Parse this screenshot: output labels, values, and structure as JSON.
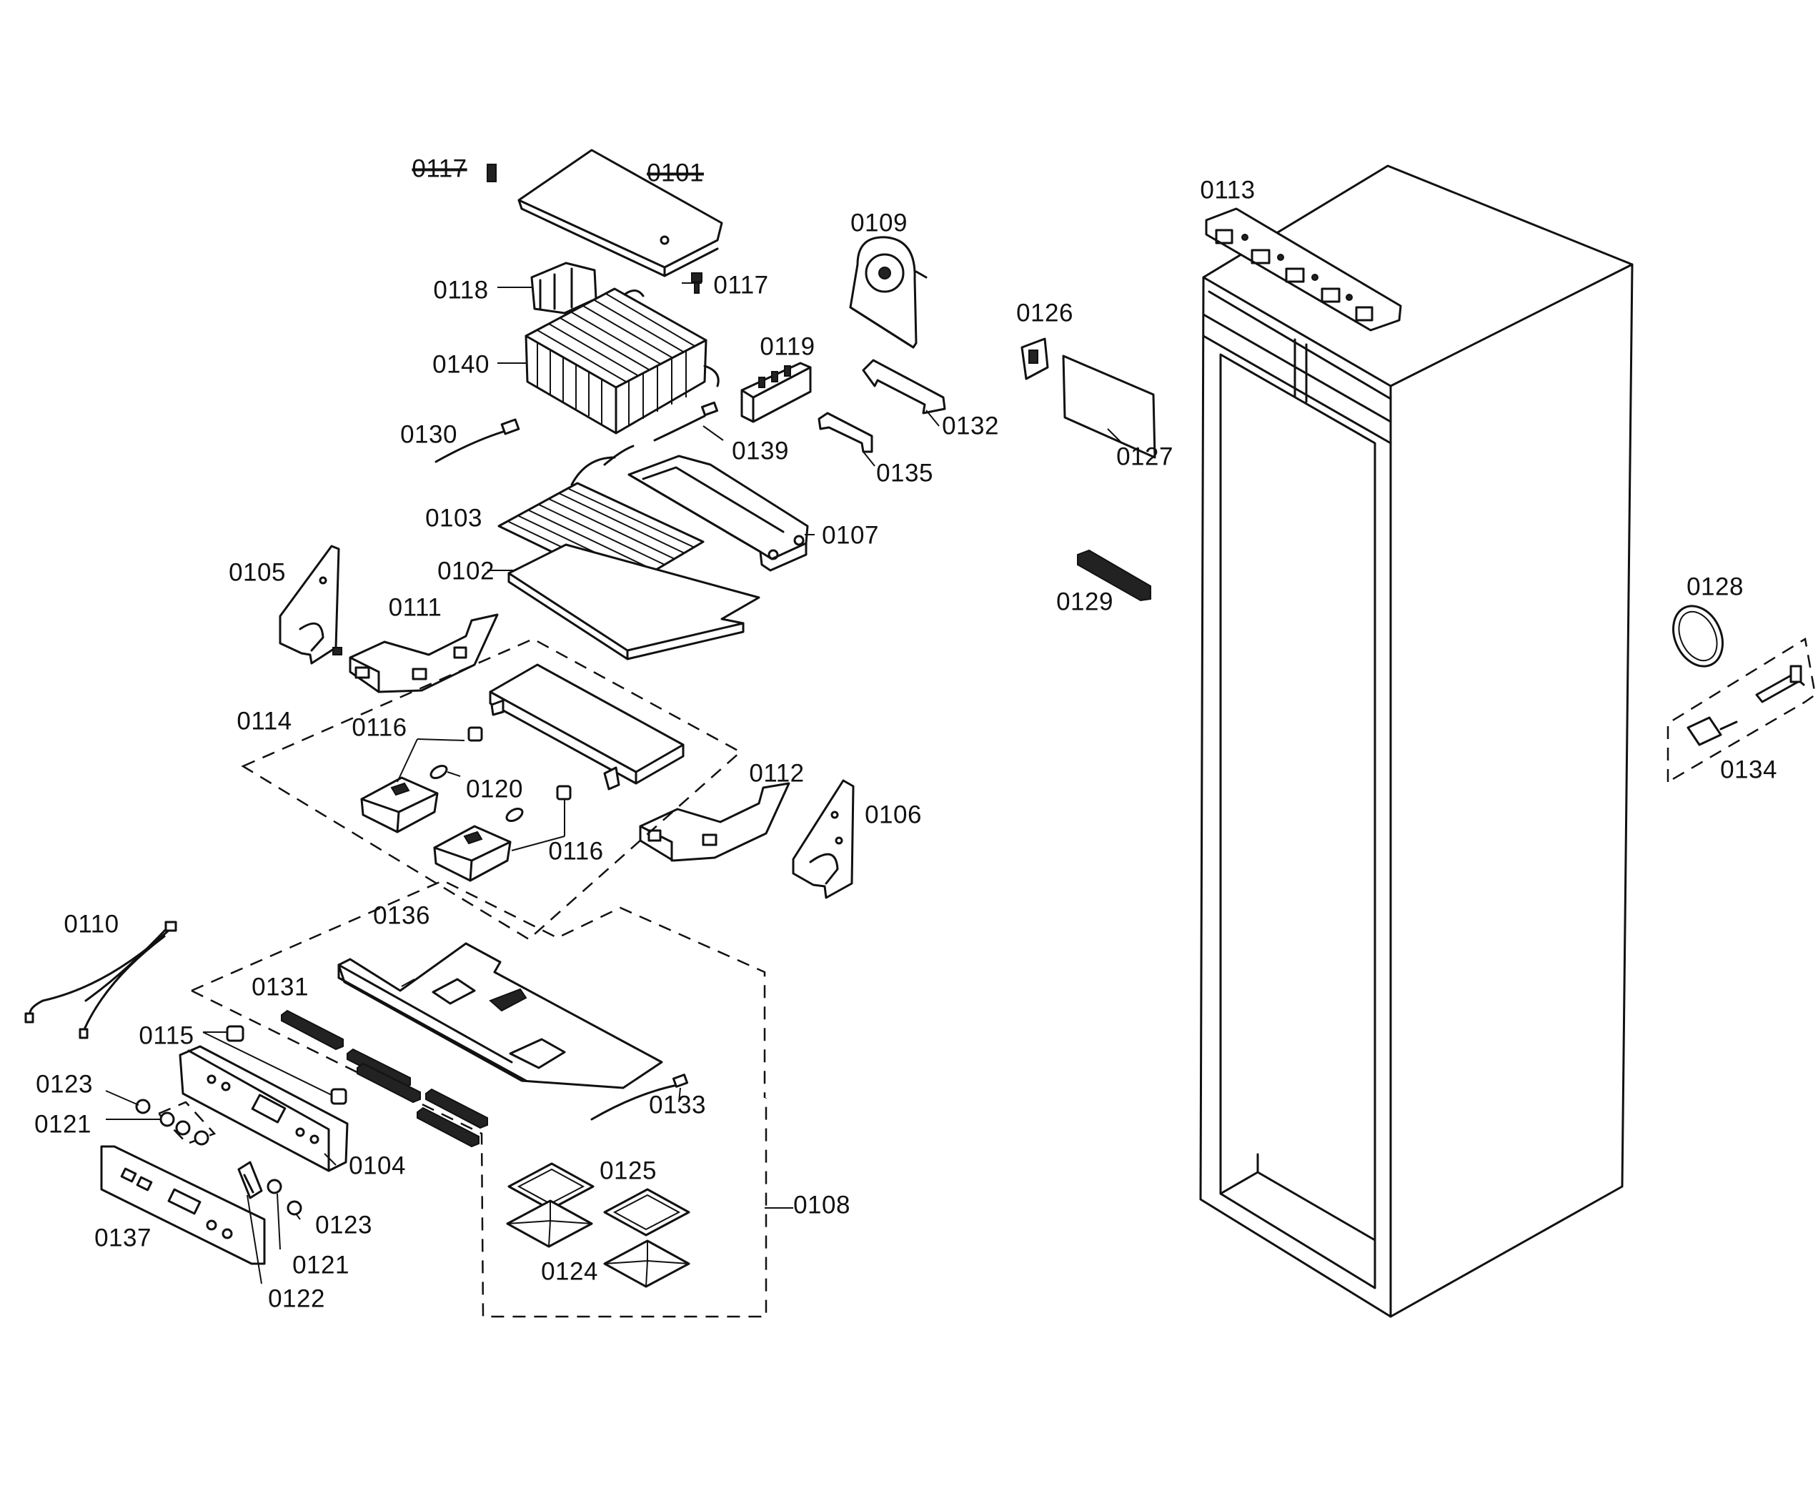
{
  "diagram": {
    "callouts": [
      {
        "id": "0117a",
        "text": "0117",
        "struck": true
      },
      {
        "id": "0101",
        "text": "0101",
        "struck": true
      },
      {
        "id": "0113",
        "text": "0113"
      },
      {
        "id": "0109",
        "text": "0109"
      },
      {
        "id": "0118",
        "text": "0118"
      },
      {
        "id": "0117b",
        "text": "0117"
      },
      {
        "id": "0126",
        "text": "0126"
      },
      {
        "id": "0140",
        "text": "0140"
      },
      {
        "id": "0119",
        "text": "0119"
      },
      {
        "id": "0132",
        "text": "0132"
      },
      {
        "id": "0130",
        "text": "0130"
      },
      {
        "id": "0139",
        "text": "0139"
      },
      {
        "id": "0127",
        "text": "0127"
      },
      {
        "id": "0135",
        "text": "0135"
      },
      {
        "id": "0103",
        "text": "0103"
      },
      {
        "id": "0107",
        "text": "0107"
      },
      {
        "id": "0105",
        "text": "0105"
      },
      {
        "id": "0102",
        "text": "0102"
      },
      {
        "id": "0128",
        "text": "0128"
      },
      {
        "id": "0111",
        "text": "0111"
      },
      {
        "id": "0129",
        "text": "0129"
      },
      {
        "id": "0114",
        "text": "0114"
      },
      {
        "id": "0116a",
        "text": "0116"
      },
      {
        "id": "0134",
        "text": "0134"
      },
      {
        "id": "0112",
        "text": "0112"
      },
      {
        "id": "0120",
        "text": "0120"
      },
      {
        "id": "0106",
        "text": "0106"
      },
      {
        "id": "0116b",
        "text": "0116"
      },
      {
        "id": "0110",
        "text": "0110"
      },
      {
        "id": "0136",
        "text": "0136"
      },
      {
        "id": "0131",
        "text": "0131"
      },
      {
        "id": "0115",
        "text": "0115"
      },
      {
        "id": "0123a",
        "text": "0123"
      },
      {
        "id": "0133",
        "text": "0133"
      },
      {
        "id": "0121a",
        "text": "0121"
      },
      {
        "id": "0104",
        "text": "0104"
      },
      {
        "id": "0125",
        "text": "0125"
      },
      {
        "id": "0108",
        "text": "0108"
      },
      {
        "id": "0137",
        "text": "0137"
      },
      {
        "id": "0123b",
        "text": "0123"
      },
      {
        "id": "0121b",
        "text": "0121"
      },
      {
        "id": "0124",
        "text": "0124"
      },
      {
        "id": "0122",
        "text": "0122"
      }
    ]
  }
}
